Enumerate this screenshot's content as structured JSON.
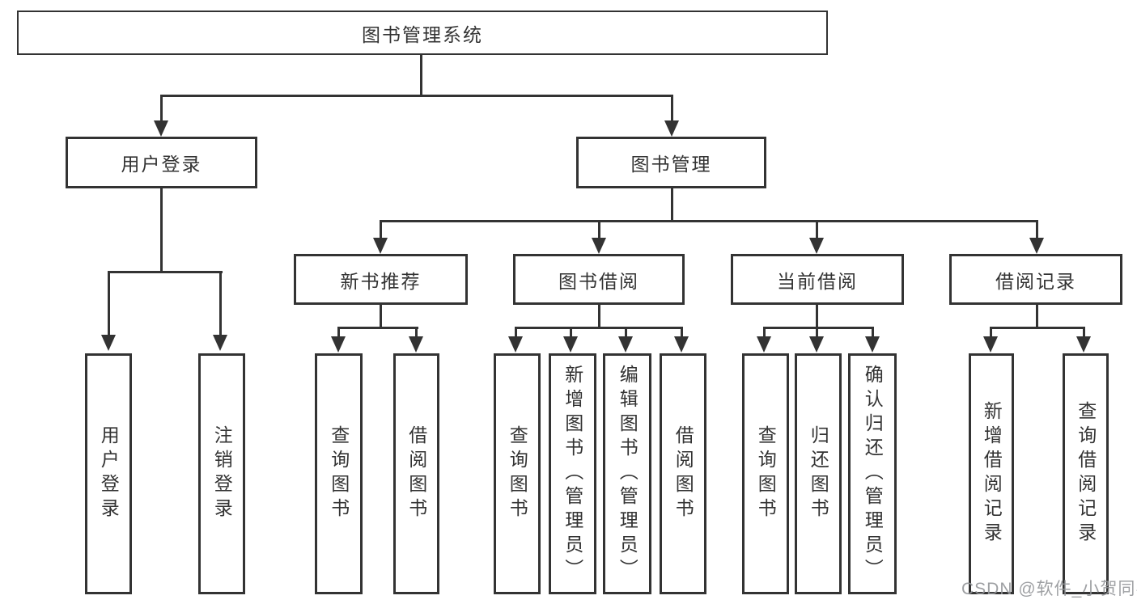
{
  "diagram": {
    "root": {
      "label": "图书管理系统"
    },
    "user_login": {
      "label": "用户登录",
      "children": [
        "用户登录",
        "注销登录"
      ]
    },
    "book_management": {
      "label": "图书管理"
    },
    "new_book_recommend": {
      "label": "新书推荐",
      "children": [
        "查询图书",
        "借阅图书"
      ]
    },
    "book_borrowing": {
      "label": "图书借阅",
      "children": [
        "查询图书",
        "新增图书（管理员）",
        "编辑图书（管理员）",
        "借阅图书"
      ]
    },
    "current_borrowing": {
      "label": "当前借阅",
      "children": [
        "查询图书",
        "归还图书",
        "确认归还（管理员）"
      ]
    },
    "borrowing_records": {
      "label": "借阅记录",
      "children": [
        "新增借阅记录",
        "查询借阅记录"
      ]
    }
  },
  "watermark": "CSDN @软件_小贺同学",
  "colors": {
    "line": "#333333",
    "text": "#333333",
    "box_background": "#ffffff",
    "page_background": "#ffffff",
    "watermark": "#94969a"
  }
}
